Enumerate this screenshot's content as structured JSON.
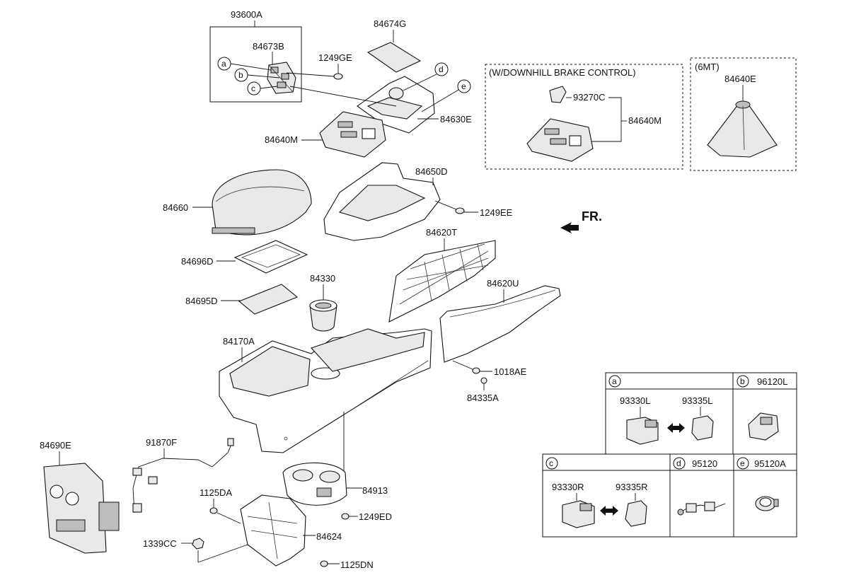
{
  "direction": "FR.",
  "callouts": {
    "c93600A": "93600A",
    "c84673B": "84673B",
    "c1249GE": "1249GE",
    "c84674G": "84674G",
    "c84630E": "84630E",
    "c84640M": "84640M",
    "c84660": "84660",
    "c84650D": "84650D",
    "c1249EE": "1249EE",
    "c84696D": "84696D",
    "c84695D": "84695D",
    "c84330": "84330",
    "c84620T": "84620T",
    "c84620U": "84620U",
    "c84170A": "84170A",
    "c1018AE": "1018AE",
    "c84335A": "84335A",
    "c84690E": "84690E",
    "c91870F": "91870F",
    "c1125DA": "1125DA",
    "c1339CC": "1339CC",
    "c84624": "84624",
    "c84913": "84913",
    "c1249ED": "1249ED",
    "c1125DN": "1125DN"
  },
  "letters": {
    "a": "a",
    "b": "b",
    "c": "c",
    "d": "d",
    "e": "e"
  },
  "downhill_box": {
    "title": "(W/DOWNHILL BRAKE CONTROL)",
    "p93270C": "93270C",
    "p84640M": "84640M"
  },
  "mt_box": {
    "title": "(6MT)",
    "p84640E": "84640E"
  },
  "legend": {
    "a": {
      "letter": "a",
      "part1": "93330L",
      "part2": "93335L"
    },
    "b": {
      "letter": "b",
      "part": "96120L"
    },
    "c": {
      "letter": "c",
      "part1": "93330R",
      "part2": "93335R"
    },
    "d": {
      "letter": "d",
      "part": "95120"
    },
    "e": {
      "letter": "e",
      "part": "95120A"
    }
  }
}
